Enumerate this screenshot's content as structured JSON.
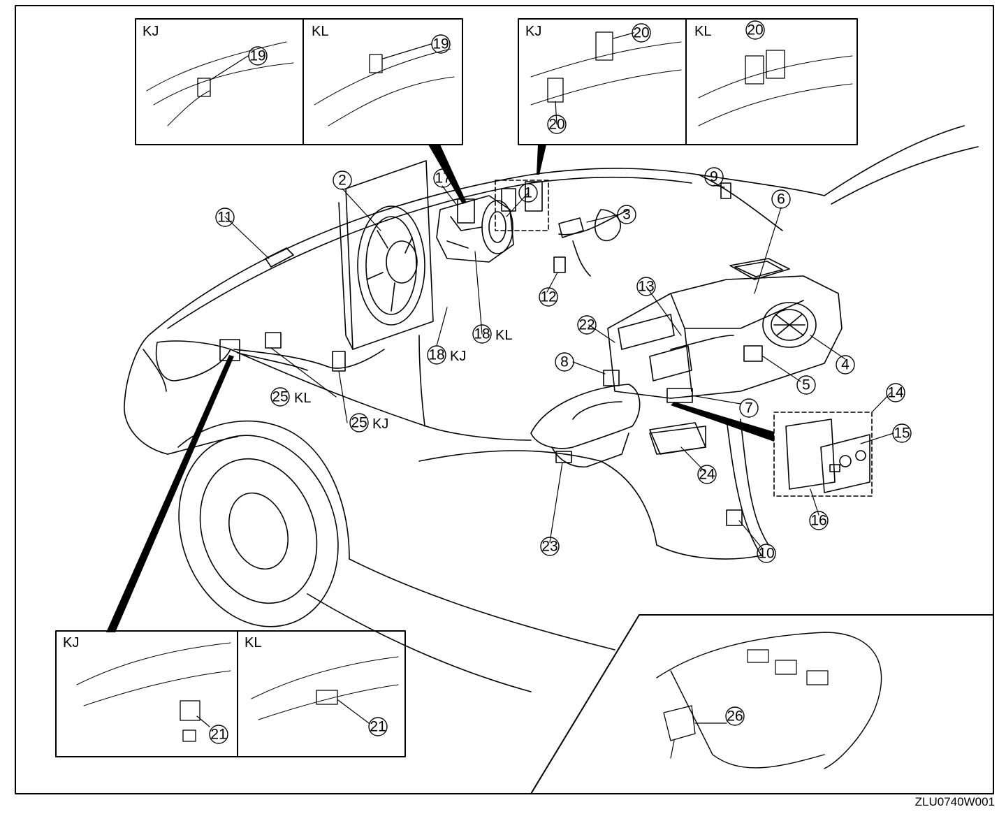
{
  "drawing_code": "ZLU0740W001",
  "variants": {
    "kj": "KJ",
    "kl": "KL"
  },
  "callouts": {
    "c1": "1",
    "c2": "2",
    "c3": "3",
    "c4": "4",
    "c5": "5",
    "c6": "6",
    "c7": "7",
    "c8": "8",
    "c9": "9",
    "c10": "10",
    "c11": "11",
    "c12": "12",
    "c13": "13",
    "c14": "14",
    "c15": "15",
    "c16": "16",
    "c17": "17",
    "c18": "18",
    "c19": "19",
    "c20": "20",
    "c21": "21",
    "c22": "22",
    "c23": "23",
    "c24": "24",
    "c25": "25",
    "c26": "26"
  }
}
